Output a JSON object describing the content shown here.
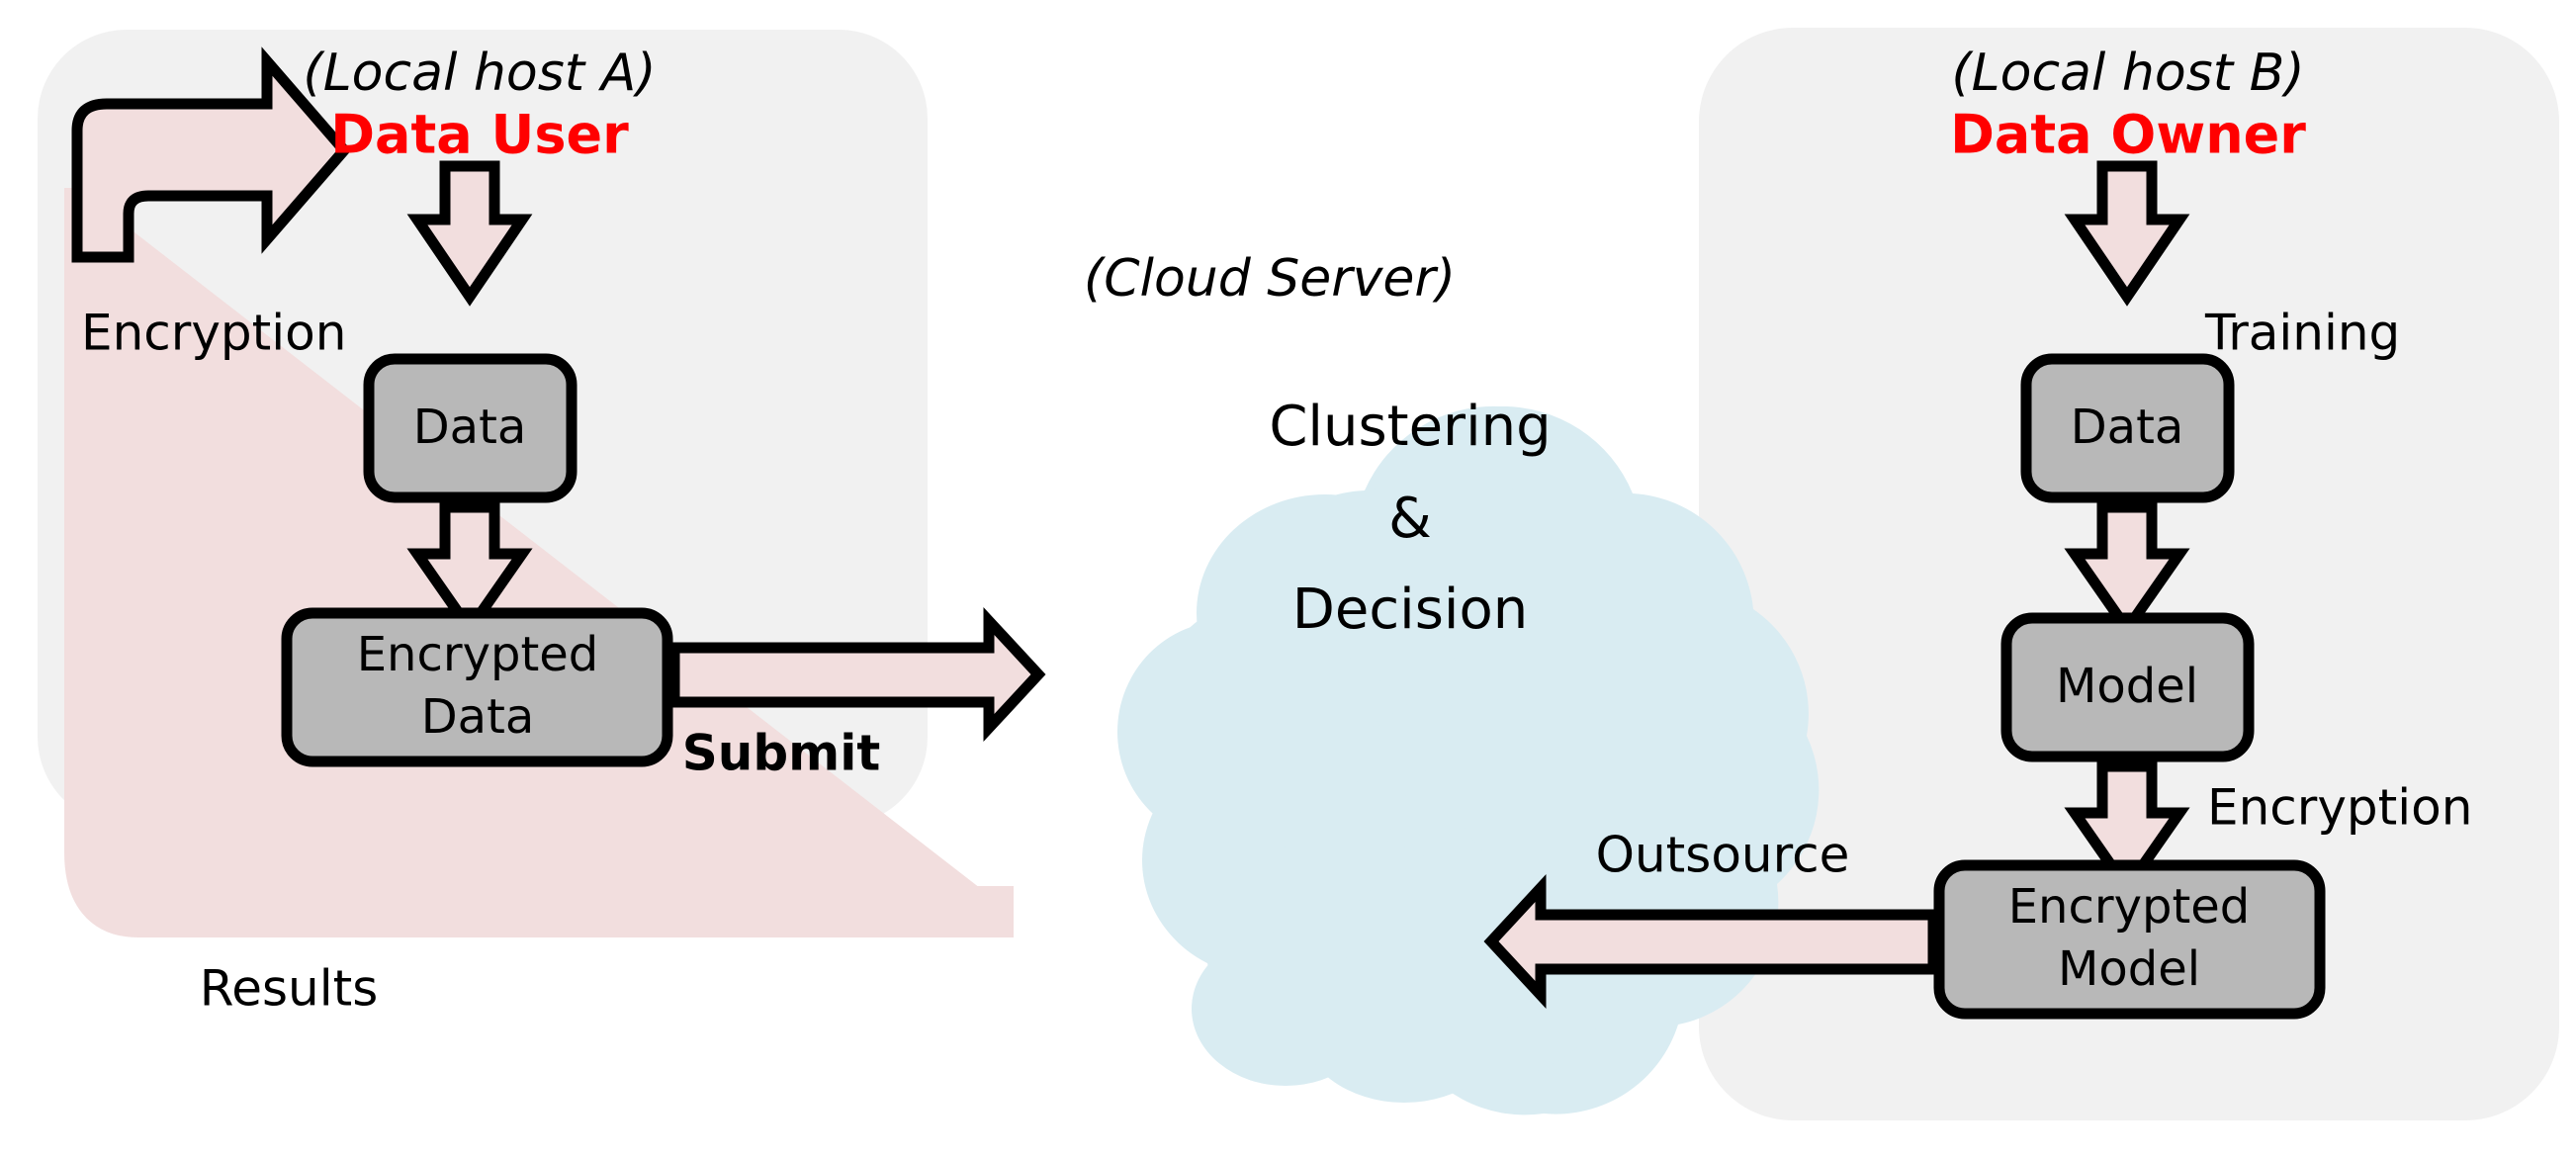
{
  "diagram": {
    "title": "Privacy-preserving outsourced clustering and decision workflow",
    "colors": {
      "panel_background": "#f1f1f1",
      "cloud_fill": "#d9ecf2",
      "box_fill": "#b8b8b8",
      "arrow_fill": "#f2dede",
      "stroke": "#000000",
      "role_text": "#ff0000",
      "page_background": "#ffffff"
    }
  },
  "left_panel": {
    "host_label": "(Local host A)",
    "role_label": "Data User",
    "nodes": [
      {
        "id": "data",
        "label": "Data"
      },
      {
        "id": "encrypted-data",
        "line1": "Encrypted",
        "line2": "Data"
      }
    ],
    "edges": [
      {
        "id": "user-to-data",
        "label": "",
        "direction": "down"
      },
      {
        "id": "data-to-encrypted-data",
        "label": "Encryption",
        "direction": "down"
      }
    ]
  },
  "right_panel": {
    "host_label": "(Local host B)",
    "role_label": "Data Owner",
    "nodes": [
      {
        "id": "data",
        "label": "Data"
      },
      {
        "id": "model",
        "label": "Model"
      },
      {
        "id": "encrypted-model",
        "line1": "Encrypted",
        "line2": "Model"
      }
    ],
    "edges": [
      {
        "id": "owner-to-data",
        "label": "",
        "direction": "down"
      },
      {
        "id": "data-to-model",
        "label": "Training",
        "direction": "down"
      },
      {
        "id": "model-to-encrypted-model",
        "label": "Encryption",
        "direction": "down"
      }
    ]
  },
  "cloud": {
    "host_label": "(Cloud Server)",
    "lines": [
      "Clustering",
      "&",
      "Decision"
    ]
  },
  "cross_edges": [
    {
      "id": "submit",
      "label": "Submit",
      "from": "encrypted-data",
      "to": "cloud",
      "direction": "right"
    },
    {
      "id": "outsource",
      "label": "Outsource",
      "from": "encrypted-model",
      "to": "cloud",
      "direction": "left"
    },
    {
      "id": "results",
      "label": "Results",
      "from": "cloud",
      "to": "data-user",
      "direction": "left-up"
    }
  ]
}
